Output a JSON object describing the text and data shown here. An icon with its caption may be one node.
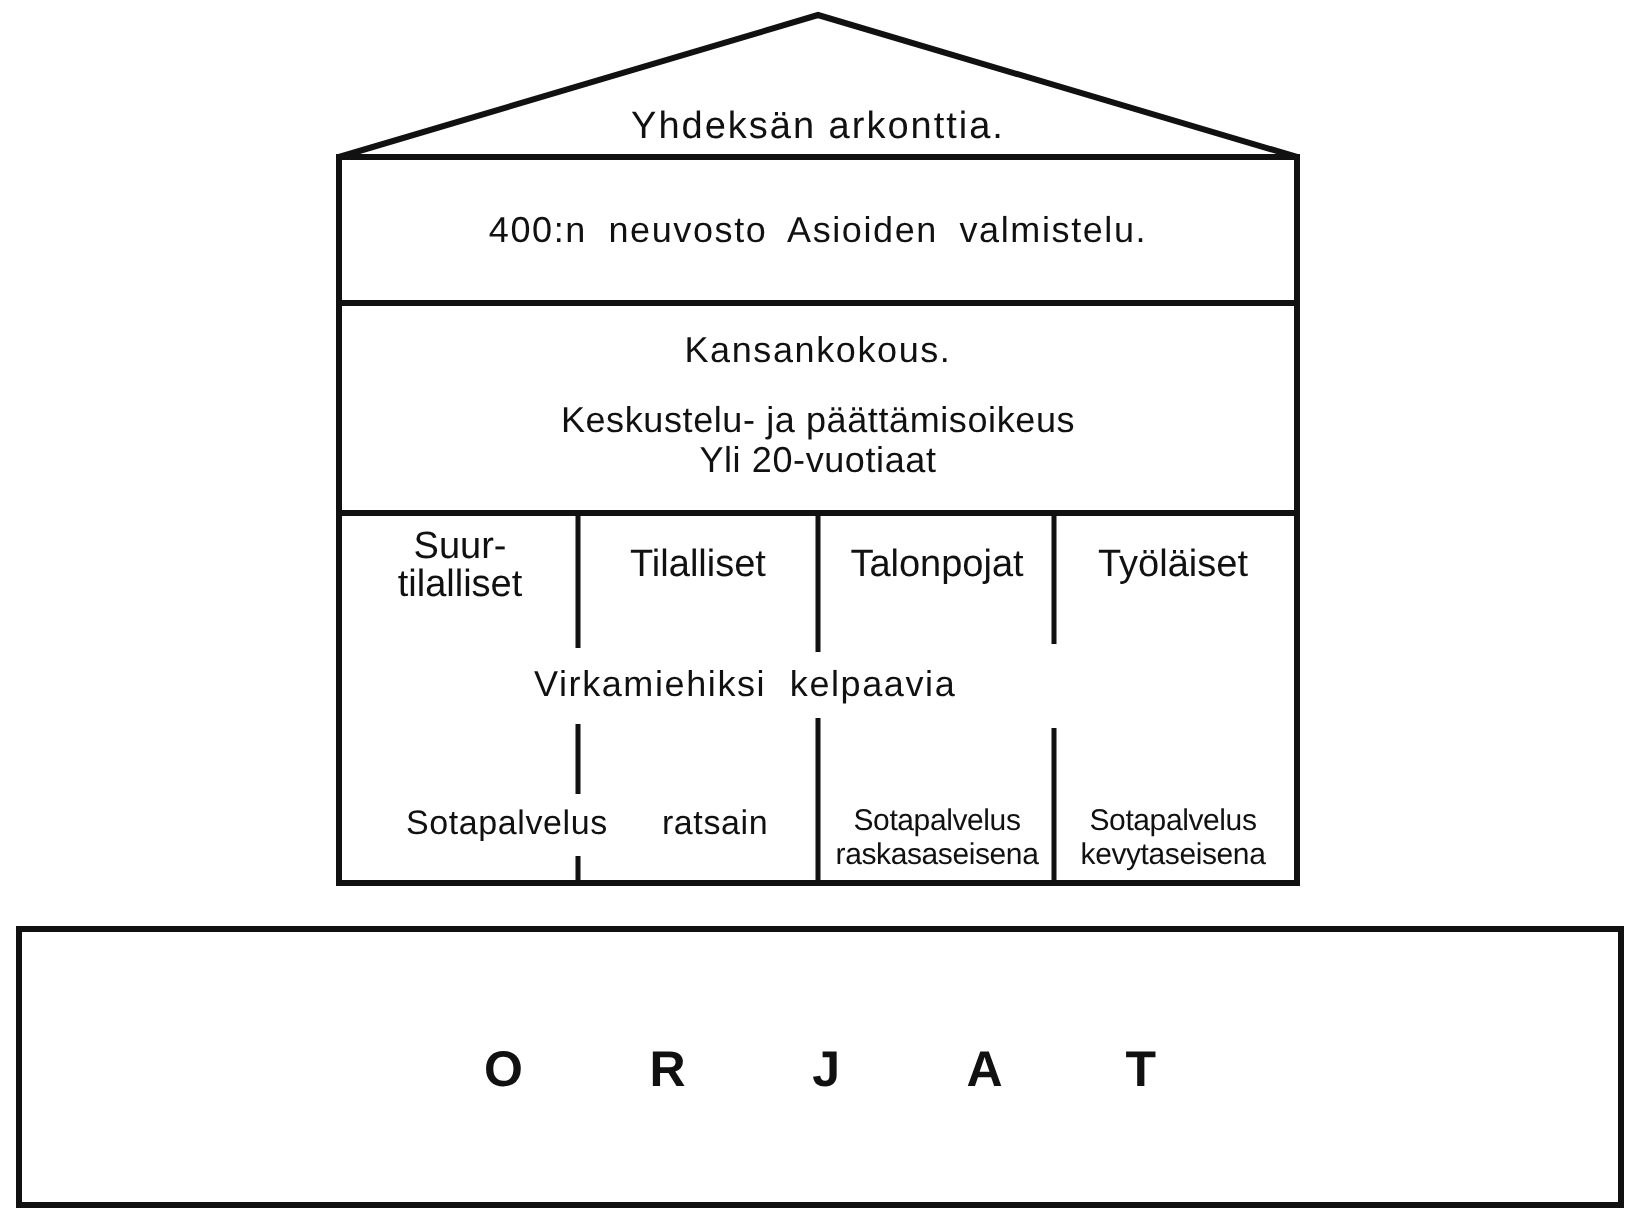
{
  "diagram": {
    "nodes": [
      {
        "text": [
          "Yhdeksän arkonttia."
        ]
      },
      {
        "text": [
          "400:n neuvosto Asioiden valmistelu."
        ]
      },
      {
        "text": [
          "Kansankokous.",
          "Keskustelu- ja päättämisoikeus",
          "Yli 20-vuotiaat"
        ]
      },
      {
        "text": [
          "Suur-tilalliset"
        ]
      },
      {
        "text": [
          "Tilalliset"
        ]
      },
      {
        "text": [
          "Talonpojat",
          "Sotapalvelus raskasaseisena"
        ]
      },
      {
        "text": [
          "Työläiset",
          "Sotapalvelus kevytaseisena"
        ]
      },
      {
        "text": [
          "ORJAT"
        ]
      }
    ],
    "edges": [],
    "labels": [
      "Virkamiehiksi kelpaavia",
      "Sotapalvelus ratsain"
    ]
  }
}
